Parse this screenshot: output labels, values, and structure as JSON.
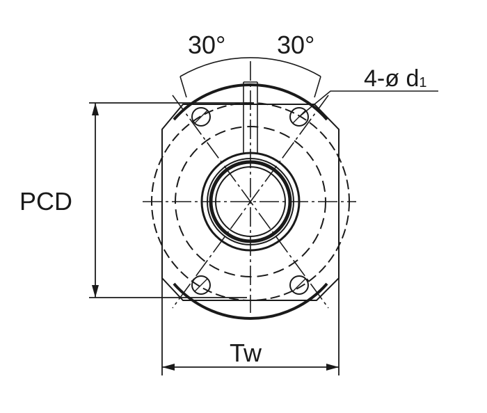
{
  "diagram": {
    "labels": {
      "angle_left": "30°",
      "angle_right": "30°",
      "holes_prefix": "4-ø d",
      "holes_subscript": "1",
      "pcd": "PCD",
      "width": "Tw"
    },
    "colors": {
      "line": "#1a1a1a",
      "background": "#ffffff"
    }
  }
}
